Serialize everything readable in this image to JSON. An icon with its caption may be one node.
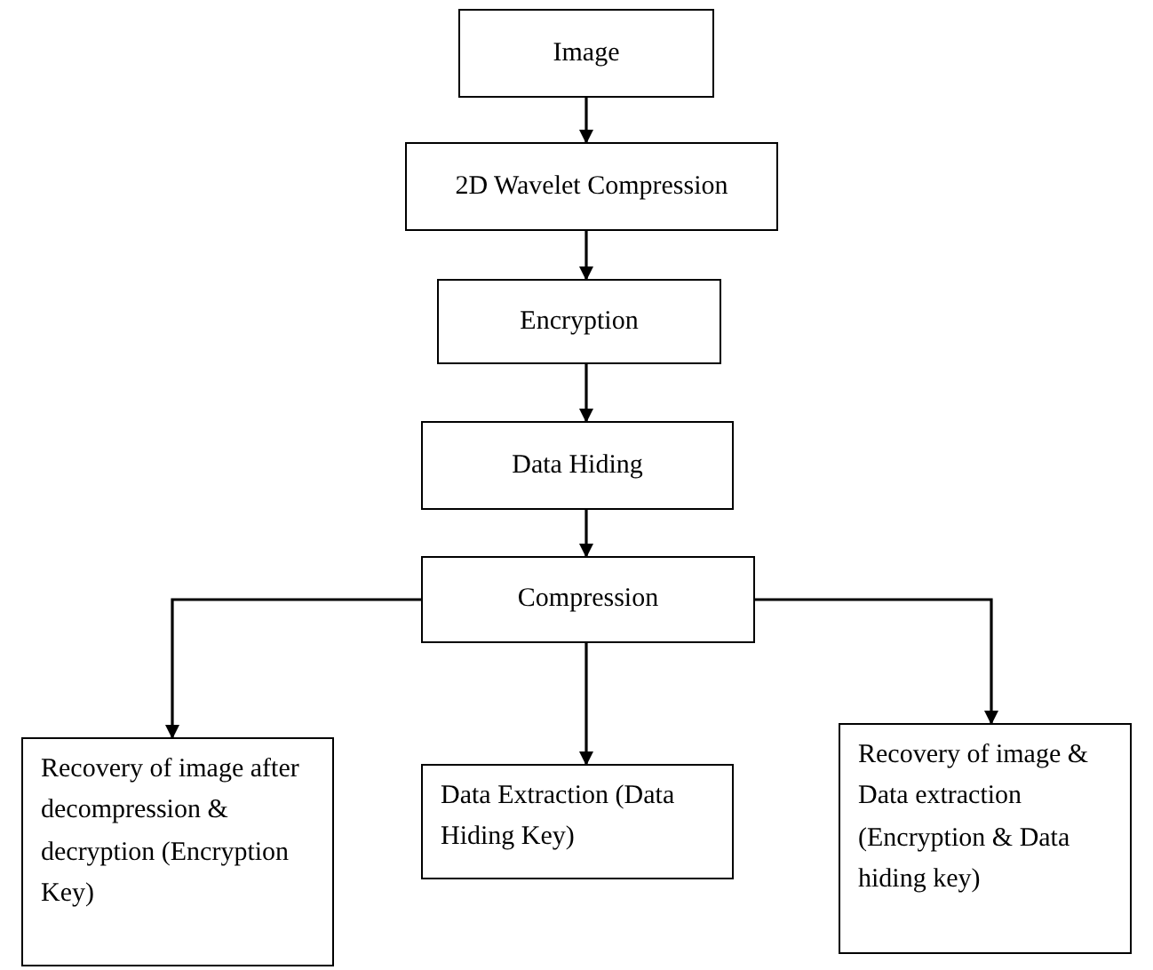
{
  "diagram": {
    "nodes": [
      {
        "text": [
          "Image"
        ]
      },
      {
        "text": [
          "2D Wavelet Compression"
        ]
      },
      {
        "text": [
          "Encryption"
        ]
      },
      {
        "text": [
          "Data Hiding"
        ]
      },
      {
        "text": [
          "Compression"
        ]
      },
      {
        "text": [
          "Recovery of image after decompression & decryption (Encryption Key)"
        ]
      },
      {
        "text": [
          "Data Extraction (Data Hiding Key)"
        ]
      },
      {
        "text": [
          "Recovery of image & Data extraction (Encryption & Data hiding key)"
        ]
      }
    ],
    "edges": [
      {
        "from": 0,
        "to": 1,
        "arrow": "to"
      },
      {
        "from": 1,
        "to": 2,
        "arrow": "to"
      },
      {
        "from": 2,
        "to": 3,
        "arrow": "to"
      },
      {
        "from": 3,
        "to": 4,
        "arrow": "to"
      },
      {
        "from": 4,
        "to": 5,
        "arrow": "to"
      },
      {
        "from": 4,
        "to": 6,
        "arrow": "to"
      },
      {
        "from": 4,
        "to": 7,
        "arrow": "to"
      }
    ]
  }
}
